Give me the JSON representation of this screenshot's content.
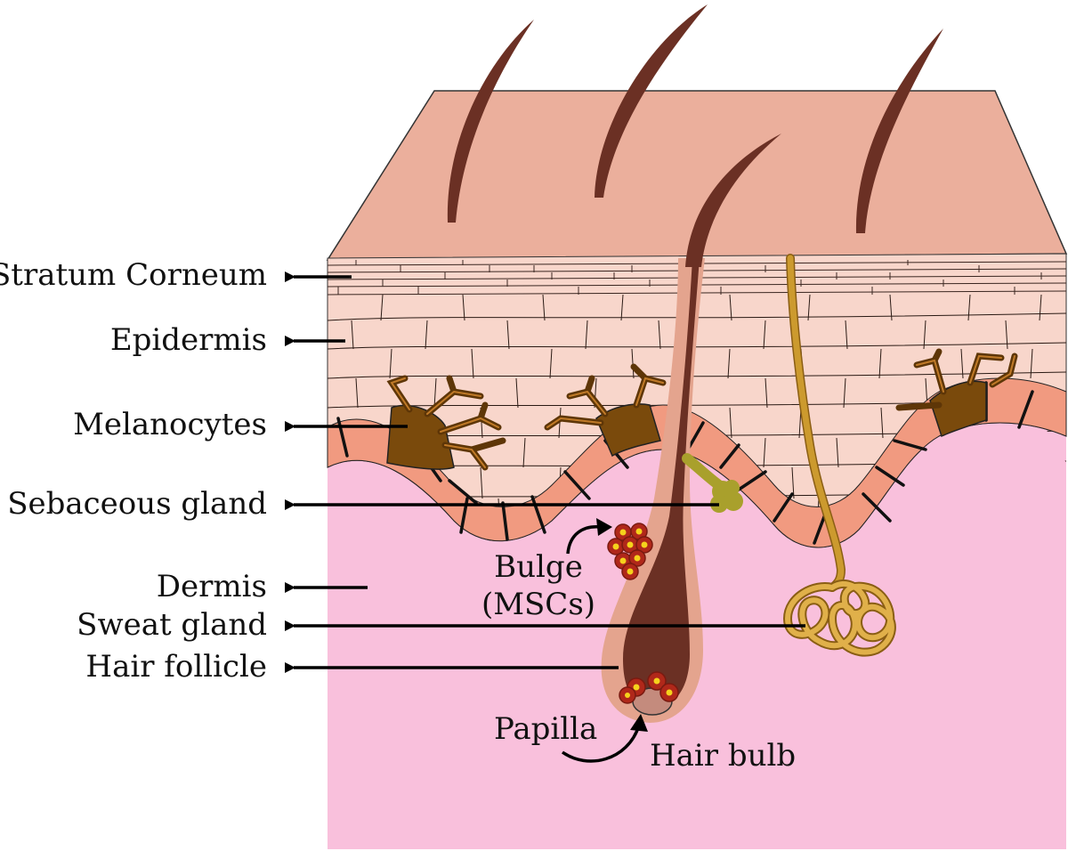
{
  "labels": {
    "stratum_corneum": "Stratum Corneum",
    "epidermis": "Epidermis",
    "melanocytes": "Melanocytes",
    "sebaceous_gland": "Sebaceous gland",
    "dermis": "Dermis",
    "sweat_gland": "Sweat gland",
    "hair_follicle": "Hair follicle",
    "bulge_line1": "Bulge",
    "bulge_line2": "(MSCs)",
    "papilla": "Papilla",
    "hair_bulb": "Hair bulb"
  },
  "colors": {
    "skin_top": "#ebaf9c",
    "epidermis": "#f8d6cb",
    "basal_band": "#f19a80",
    "melanocyte": "#7a4a0c",
    "dermis": "#f9c0dc",
    "hair": "#6b3024",
    "follicle_sheath": "#e4a48e",
    "sebaceous": "#a9a02c",
    "sweat_gland": "#cc9a2e",
    "stem_cell": "#b0281a",
    "stem_cell_core": "#f5d21c",
    "papilla": "#c48b7d",
    "arrow": "#000000"
  }
}
